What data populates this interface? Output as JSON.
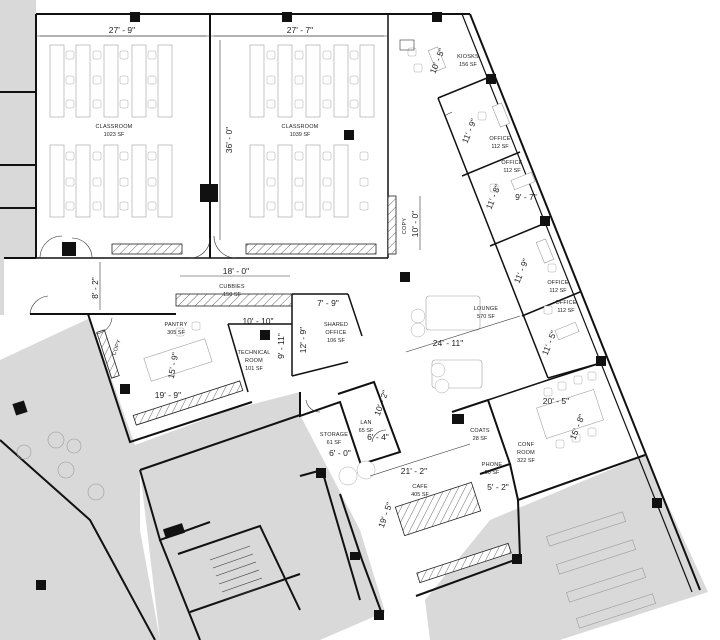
{
  "rooms": {
    "classroom_1": {
      "name": "CLASSROOM",
      "area": "1023 SF"
    },
    "classroom_2": {
      "name": "CLASSROOM",
      "area": "1039 SF"
    },
    "kiosks": {
      "name": "KIOSKS",
      "area": "156 SF"
    },
    "office_1": {
      "name": "OFFICE",
      "area": "112 SF"
    },
    "office_2": {
      "name": "OFFICE",
      "area": "112 SF"
    },
    "office_3": {
      "name": "OFFICE",
      "area": "112 SF"
    },
    "office_4": {
      "name": "OFFICE",
      "area": "112 SF"
    },
    "cubbies": {
      "name": "CUBBIES",
      "area": "150 SF"
    },
    "pantry": {
      "name": "PANTRY",
      "area": "305 SF"
    },
    "technical_room": {
      "name": "TECHNICAL ROOM",
      "line1": "TECHNICAL",
      "line2": "ROOM",
      "area": "101 SF"
    },
    "shared_office": {
      "name": "SHARED OFFICE",
      "line1": "SHARED",
      "line2": "OFFICE",
      "area": "106 SF"
    },
    "lounge": {
      "name": "LOUNGE",
      "area": "570 SF"
    },
    "storage": {
      "name": "STORAGE",
      "area": "61 SF"
    },
    "lan": {
      "name": "LAN",
      "area": "65 SF"
    },
    "coats": {
      "name": "COATS",
      "area": "28 SF"
    },
    "phone": {
      "name": "PHONE",
      "area": "50 SF"
    },
    "conf_room": {
      "name": "CONF ROOM",
      "line1": "CONF",
      "line2": "ROOM",
      "area": "322 SF"
    },
    "cafe": {
      "name": "CAFE",
      "area": "405 SF"
    },
    "copy": {
      "name": "COPY"
    }
  },
  "dimensions": {
    "classroom_1_width": "27' - 9\"",
    "classroom_2_width": "27' - 7\"",
    "classroom_depth": "36' - 0\"",
    "kiosks_dim": "10' - 5\"",
    "office_1_dim": "11' - 9\"",
    "office_2_dim": "11' - 8\"",
    "office_2_width": "9' - 7\"",
    "office_3_dim": "11' - 9\"",
    "office_4_dim": "11' - 5\"",
    "copy_dim": "10' - 0\"",
    "cubbies_width": "18' - 0\"",
    "cubbies_depth": "8' - 2\"",
    "shared_office_width": "7' - 9\"",
    "shared_office_depth": "12' - 9\"",
    "technical_width": "10' - 10\"",
    "technical_depth": "9' - 11\"",
    "pantry_depth": "15' - 9\"",
    "pantry_width": "19' - 9\"",
    "lounge_width": "24' - 11\"",
    "lan_depth": "10' - 2\"",
    "lan_width": "6' - 4\"",
    "storage_width": "6' - 0\"",
    "conf_width": "20' - 5\"",
    "conf_depth": "15' - 8\"",
    "cafe_width": "21' - 2\"",
    "cafe_depth": "19' - 5\"",
    "phone_width": "5' - 2\""
  },
  "colors": {
    "wall": "#111111",
    "outside_gray": "#d9d9d9",
    "furniture": "#a0a0a0"
  }
}
